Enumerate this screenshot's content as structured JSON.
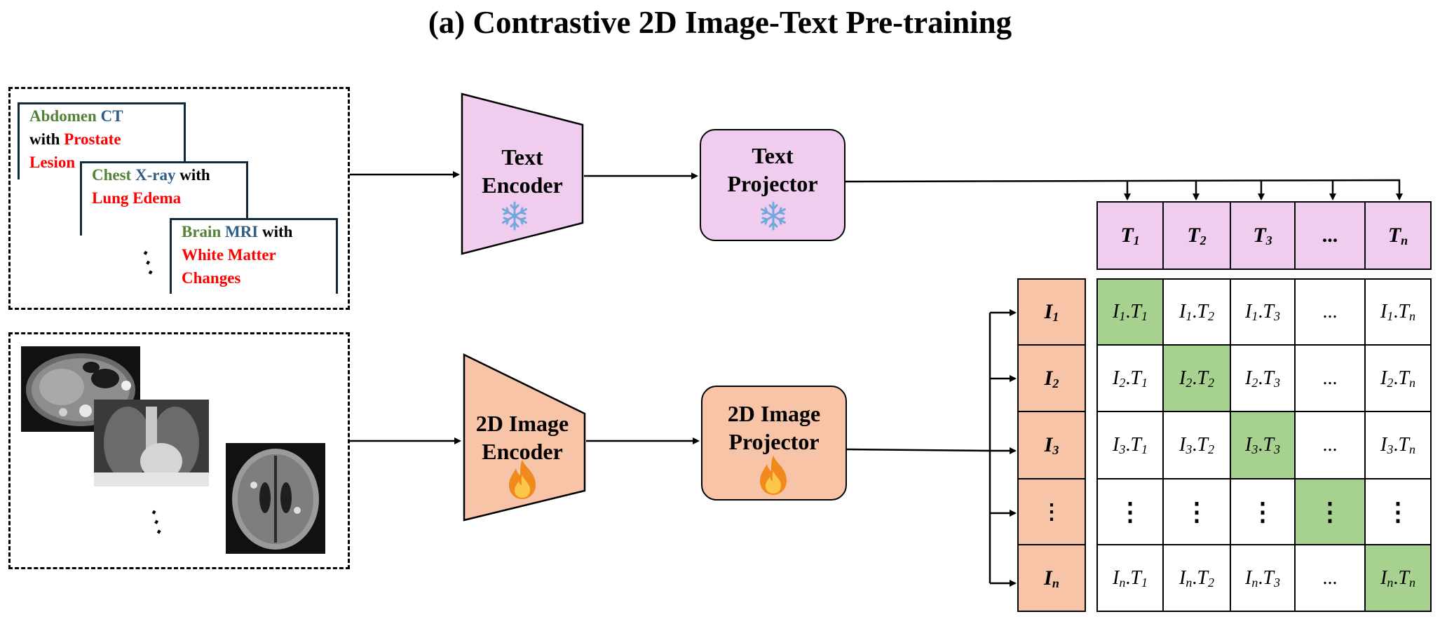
{
  "title": "(a) Contrastive 2D Image-Text Pre-training",
  "reports": [
    {
      "parts": [
        {
          "t": "Abdomen",
          "c": "green"
        },
        {
          "t": " ",
          "c": ""
        },
        {
          "t": "CT",
          "c": "blue"
        }
      ],
      "parts2": [
        {
          "t": "with ",
          "c": ""
        },
        {
          "t": "Prostate",
          "c": "red"
        }
      ],
      "parts3": [
        {
          "t": "Lesion",
          "c": "red"
        }
      ]
    },
    {
      "parts": [
        {
          "t": "Chest",
          "c": "green"
        },
        {
          "t": " ",
          "c": ""
        },
        {
          "t": "X-ray",
          "c": "blue"
        },
        {
          "t": " with",
          "c": ""
        }
      ],
      "parts2": [
        {
          "t": "Lung Edema",
          "c": "red"
        }
      ],
      "parts3": []
    },
    {
      "parts": [
        {
          "t": "Brain",
          "c": "green"
        },
        {
          "t": " ",
          "c": ""
        },
        {
          "t": "MRI",
          "c": "blue"
        },
        {
          "t": " with",
          "c": ""
        }
      ],
      "parts2": [
        {
          "t": "White Matter",
          "c": "red"
        }
      ],
      "parts3": [
        {
          "t": "Changes",
          "c": "red"
        }
      ]
    }
  ],
  "ellipsis": "⋱",
  "text_encoder": {
    "line1": "Text",
    "line2": "Encoder",
    "icon": "snowflake-icon"
  },
  "text_projector": {
    "line1": "Text",
    "line2": "Projector",
    "icon": "snowflake-icon"
  },
  "image_encoder": {
    "line1": "2D Image",
    "line2": "Encoder",
    "icon": "flame-icon"
  },
  "image_projector": {
    "line1": "2D Image",
    "line2": "Projector",
    "icon": "flame-icon"
  },
  "colors": {
    "text_pink": "#f0ccee",
    "image_peach": "#f7c4a8",
    "diagonal_green": "#a7d18e",
    "snowflake": "#6fa8dc",
    "flame": "#f08a1c"
  },
  "matrix": {
    "cols": [
      {
        "base": "T",
        "sub": "1"
      },
      {
        "base": "T",
        "sub": "2"
      },
      {
        "base": "T",
        "sub": "3"
      },
      {
        "base": "...",
        "sub": ""
      },
      {
        "base": "T",
        "sub": "n"
      }
    ],
    "rows": [
      {
        "base": "I",
        "sub": "1"
      },
      {
        "base": "I",
        "sub": "2"
      },
      {
        "base": "I",
        "sub": "3"
      },
      {
        "base": "⋮",
        "sub": ""
      },
      {
        "base": "I",
        "sub": "n"
      }
    ],
    "cells": [
      [
        {
          "a": "I",
          "as": "1",
          "b": "T",
          "bs": "1",
          "hi": true
        },
        {
          "a": "I",
          "as": "1",
          "b": "T",
          "bs": "2"
        },
        {
          "a": "I",
          "as": "1",
          "b": "T",
          "bs": "3"
        },
        {
          "txt": "..."
        },
        {
          "a": "I",
          "as": "1",
          "b": "T",
          "bs": "n"
        }
      ],
      [
        {
          "a": "I",
          "as": "2",
          "b": "T",
          "bs": "1"
        },
        {
          "a": "I",
          "as": "2",
          "b": "T",
          "bs": "2",
          "hi": true
        },
        {
          "a": "I",
          "as": "2",
          "b": "T",
          "bs": "3"
        },
        {
          "txt": "..."
        },
        {
          "a": "I",
          "as": "2",
          "b": "T",
          "bs": "n"
        }
      ],
      [
        {
          "a": "I",
          "as": "3",
          "b": "T",
          "bs": "1"
        },
        {
          "a": "I",
          "as": "3",
          "b": "T",
          "bs": "2"
        },
        {
          "a": "I",
          "as": "3",
          "b": "T",
          "bs": "3",
          "hi": true
        },
        {
          "txt": "..."
        },
        {
          "a": "I",
          "as": "3",
          "b": "T",
          "bs": "n"
        }
      ],
      [
        {
          "txt": "⋮"
        },
        {
          "txt": "⋮"
        },
        {
          "txt": "⋮"
        },
        {
          "txt": "⋮",
          "hi": true
        },
        {
          "txt": "⋮"
        }
      ],
      [
        {
          "a": "I",
          "as": "n",
          "b": "T",
          "bs": "1"
        },
        {
          "a": "I",
          "as": "n",
          "b": "T",
          "bs": "2"
        },
        {
          "a": "I",
          "as": "n",
          "b": "T",
          "bs": "3"
        },
        {
          "txt": "..."
        },
        {
          "a": "I",
          "as": "n",
          "b": "T",
          "bs": "n",
          "hi": true
        }
      ]
    ]
  }
}
